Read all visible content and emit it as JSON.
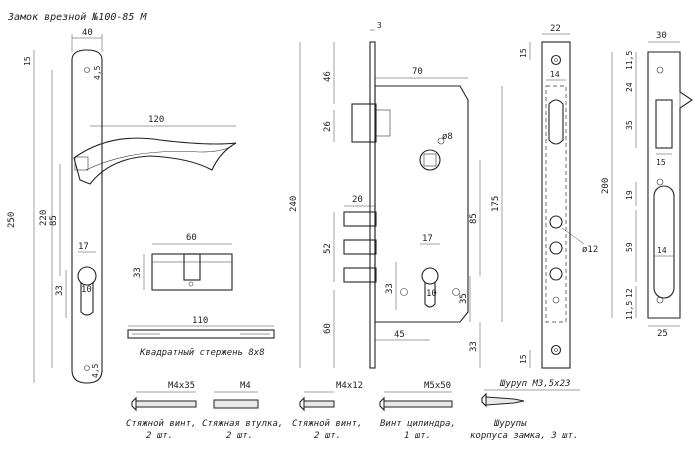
{
  "title": "Замок врезной №100-85 М",
  "handle": {
    "dims": [
      "40",
      "15",
      "4,5",
      "250",
      "220",
      "85",
      "120",
      "17",
      "33",
      "10",
      "4,5"
    ]
  },
  "cylinder": {
    "dims": [
      "60",
      "33"
    ]
  },
  "rod": {
    "dim": "110",
    "caption": "Квадратный стержень 8х8"
  },
  "lockbody": {
    "dims": [
      "3",
      "70",
      "46",
      "26",
      "ø8",
      "240",
      "20",
      "52",
      "60",
      "175",
      "85",
      "17",
      "33",
      "10",
      "35",
      "45",
      "33"
    ]
  },
  "faceplate": {
    "dims": [
      "22",
      "15",
      "14",
      "ø12",
      "15"
    ]
  },
  "strike": {
    "dims": [
      "30",
      "11,5",
      "24",
      "35",
      "15",
      "200",
      "19",
      "59",
      "14",
      "12",
      "11,5",
      "25"
    ]
  },
  "parts": [
    {
      "size": "М4х35",
      "name1": "Стяжной винт,",
      "name2": "2 шт."
    },
    {
      "size": "М4",
      "name1": "Стяжная втулка,",
      "name2": "2 шт."
    },
    {
      "size": "М4х12",
      "name1": "Стяжной винт,",
      "name2": "2 шт."
    },
    {
      "size": "М5х50",
      "name1": "Винт цилиндра,",
      "name2": "1 шт."
    },
    {
      "size": "Шуруп М3,5х23",
      "name1": "Шурупы",
      "name2": "корпуса замка, 3 шт."
    }
  ]
}
